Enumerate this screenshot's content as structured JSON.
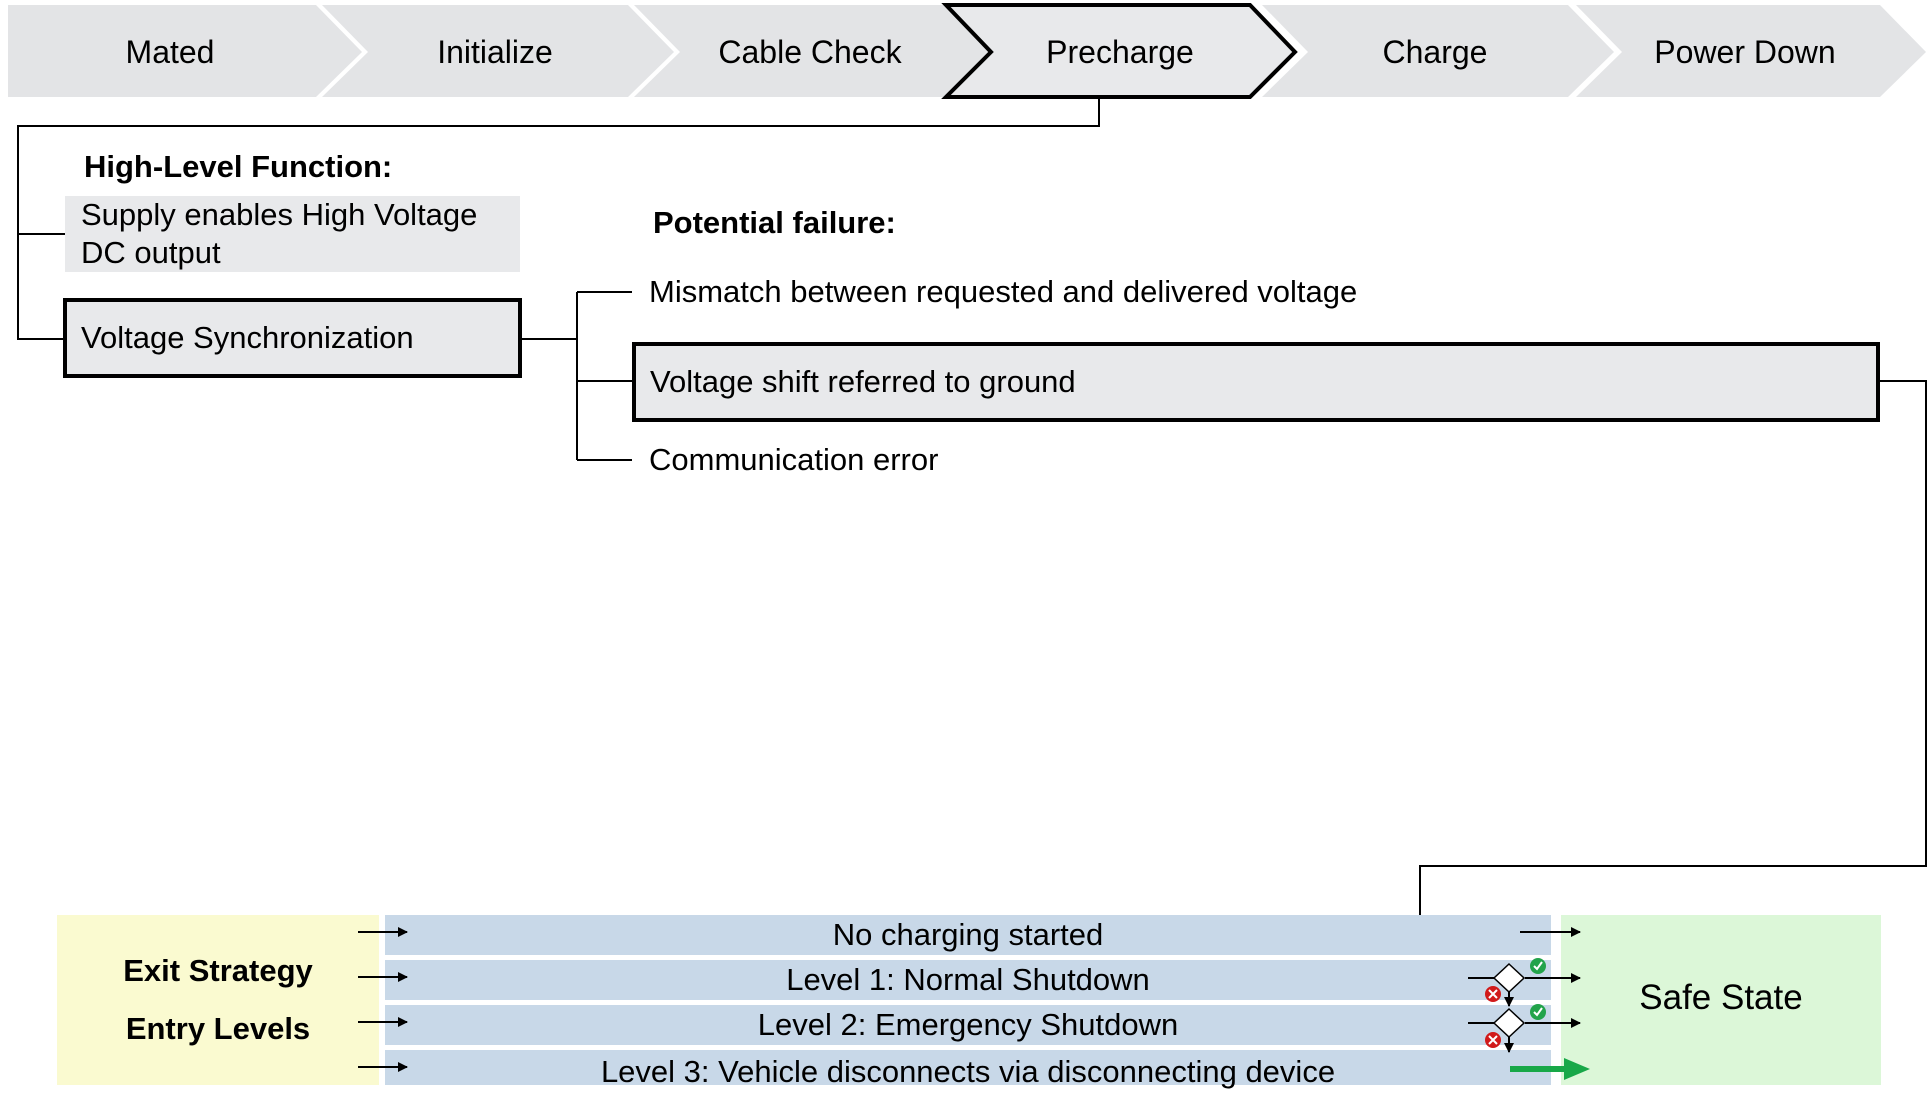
{
  "process_steps": [
    {
      "label": "Mated",
      "active": false
    },
    {
      "label": "Initialize",
      "active": false
    },
    {
      "label": "Cable Check",
      "active": false
    },
    {
      "label": "Precharge",
      "active": true
    },
    {
      "label": "Charge",
      "active": false
    },
    {
      "label": "Power Down",
      "active": false
    }
  ],
  "high_level_function": {
    "heading": "High-Level Function:",
    "description_line1": "Supply enables High Voltage",
    "description_line2": "DC output",
    "function_name": "Voltage Synchronization"
  },
  "potential_failure": {
    "heading": "Potential failure:",
    "items": [
      "Mismatch between requested and delivered voltage",
      "Voltage shift referred to ground",
      "Communication error"
    ],
    "selected": "Voltage shift referred to ground"
  },
  "exit_strategy": {
    "label1": "Exit Strategy",
    "label2": "Entry Levels",
    "levels": [
      "No charging started",
      "Level 1: Normal Shutdown",
      "Level 2: Emergency Shutdown",
      "Level 3: Vehicle disconnects via disconnecting device"
    ],
    "target": "Safe State"
  },
  "colors": {
    "step_fill": "#e3e4e6",
    "highlight_box": "#e8e9eb",
    "entry_panel": "#fafad0",
    "level_band": "#c8d8e8",
    "safe_state_panel": "#dcf7d8",
    "success_check": "#22a34a",
    "failure_x": "#d11a1a",
    "arrow_green": "#18a848"
  },
  "icons": [
    "check-icon",
    "x-icon",
    "decision-diamond-icon",
    "arrow-icon"
  ]
}
